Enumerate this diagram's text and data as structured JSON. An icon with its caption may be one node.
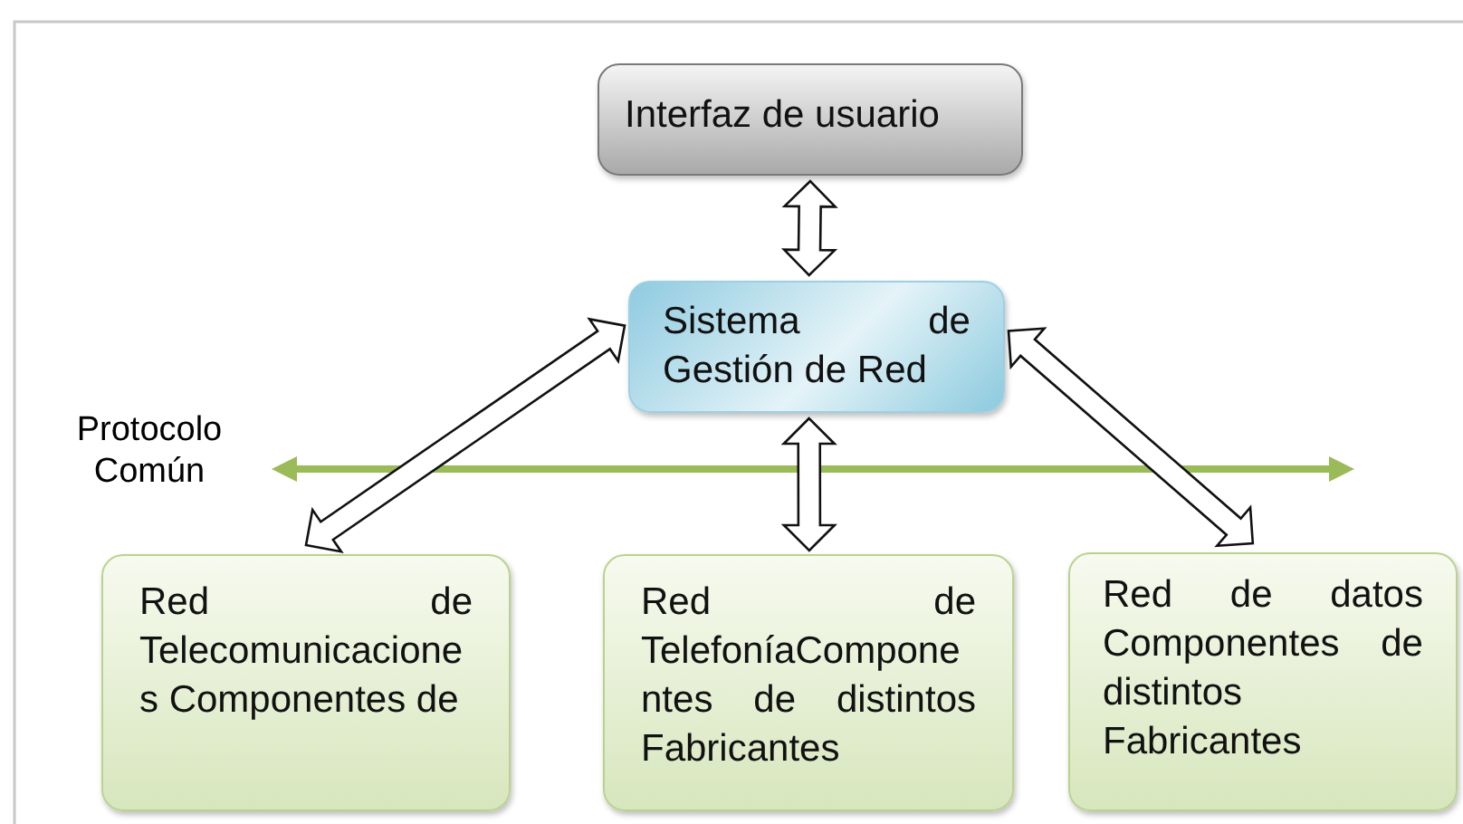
{
  "diagram": {
    "nodes": [
      {
        "text": [
          "Interfaz de usuario"
        ]
      },
      {
        "text": [
          "Sistema de Gestión de Red"
        ]
      },
      {
        "text": [
          "Red de Telecomunicaciones Componentes de"
        ]
      },
      {
        "text": [
          "Red de TelefoníaComponentes de distintos Fabricantes"
        ]
      },
      {
        "text": [
          "Red de datos Componentes de distintos Fabricantes"
        ]
      }
    ],
    "edges": [
      {
        "from": 0,
        "to": 1,
        "arrow": "both"
      },
      {
        "from": 1,
        "to": 2,
        "arrow": "both"
      },
      {
        "from": 1,
        "to": 3,
        "arrow": "both"
      },
      {
        "from": 1,
        "to": 4,
        "arrow": "both"
      }
    ],
    "labels": [
      "Protocolo Común"
    ]
  }
}
